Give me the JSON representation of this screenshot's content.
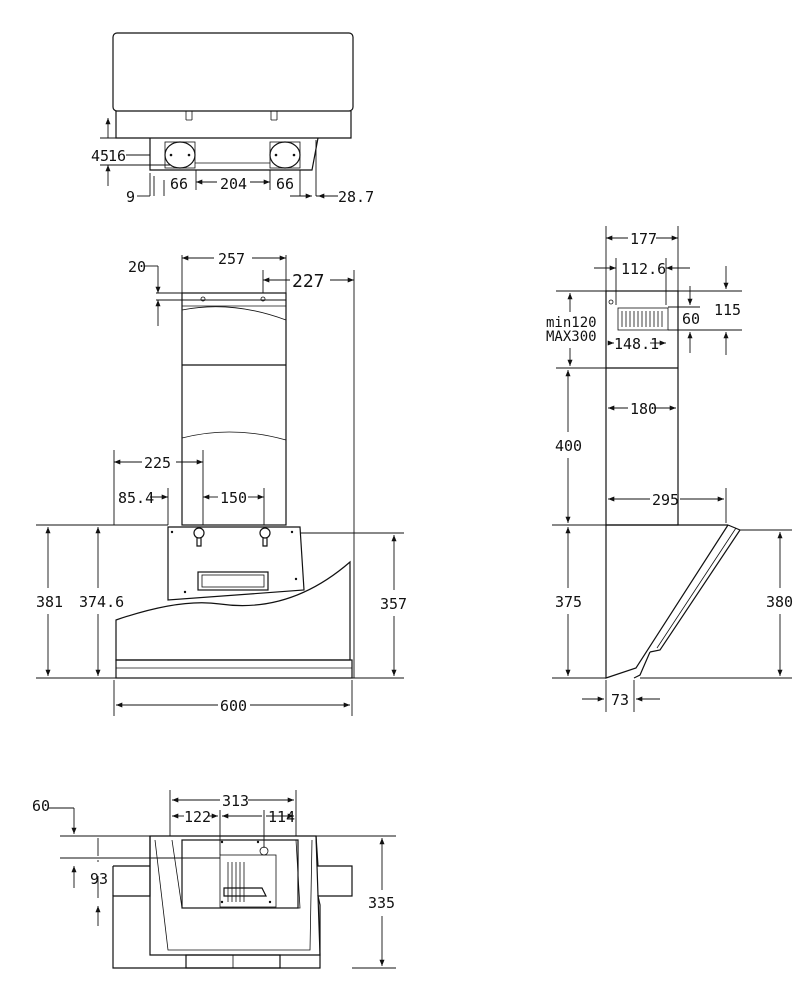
{
  "top_view": {
    "dim_45": "45",
    "dim_16": "16",
    "dim_9": "9",
    "dim_66_left": "66",
    "dim_204": "204",
    "dim_66_right": "66",
    "dim_28_7": "28.7"
  },
  "front_view": {
    "dim_20": "20",
    "dim_257": "257",
    "dim_227": "227",
    "dim_225": "225",
    "dim_85_4": "85.4",
    "dim_150": "150",
    "dim_381": "381",
    "dim_374_6": "374.6",
    "dim_357": "357",
    "dim_600": "600"
  },
  "side_view": {
    "dim_177": "177",
    "dim_112_6": "112.6",
    "dim_115": "115",
    "dim_60": "60",
    "min_label": "min120",
    "max_label": "MAX300",
    "dim_148_1": "148.1",
    "dim_180": "180",
    "dim_400": "400",
    "dim_295": "295",
    "dim_375": "375",
    "dim_380": "380",
    "dim_73": "73"
  },
  "bottom_view": {
    "dim_60": "60",
    "dim_313": "313",
    "dim_122": "122",
    "dim_114": "114",
    "dim_93": "93",
    "dim_335": "335"
  }
}
